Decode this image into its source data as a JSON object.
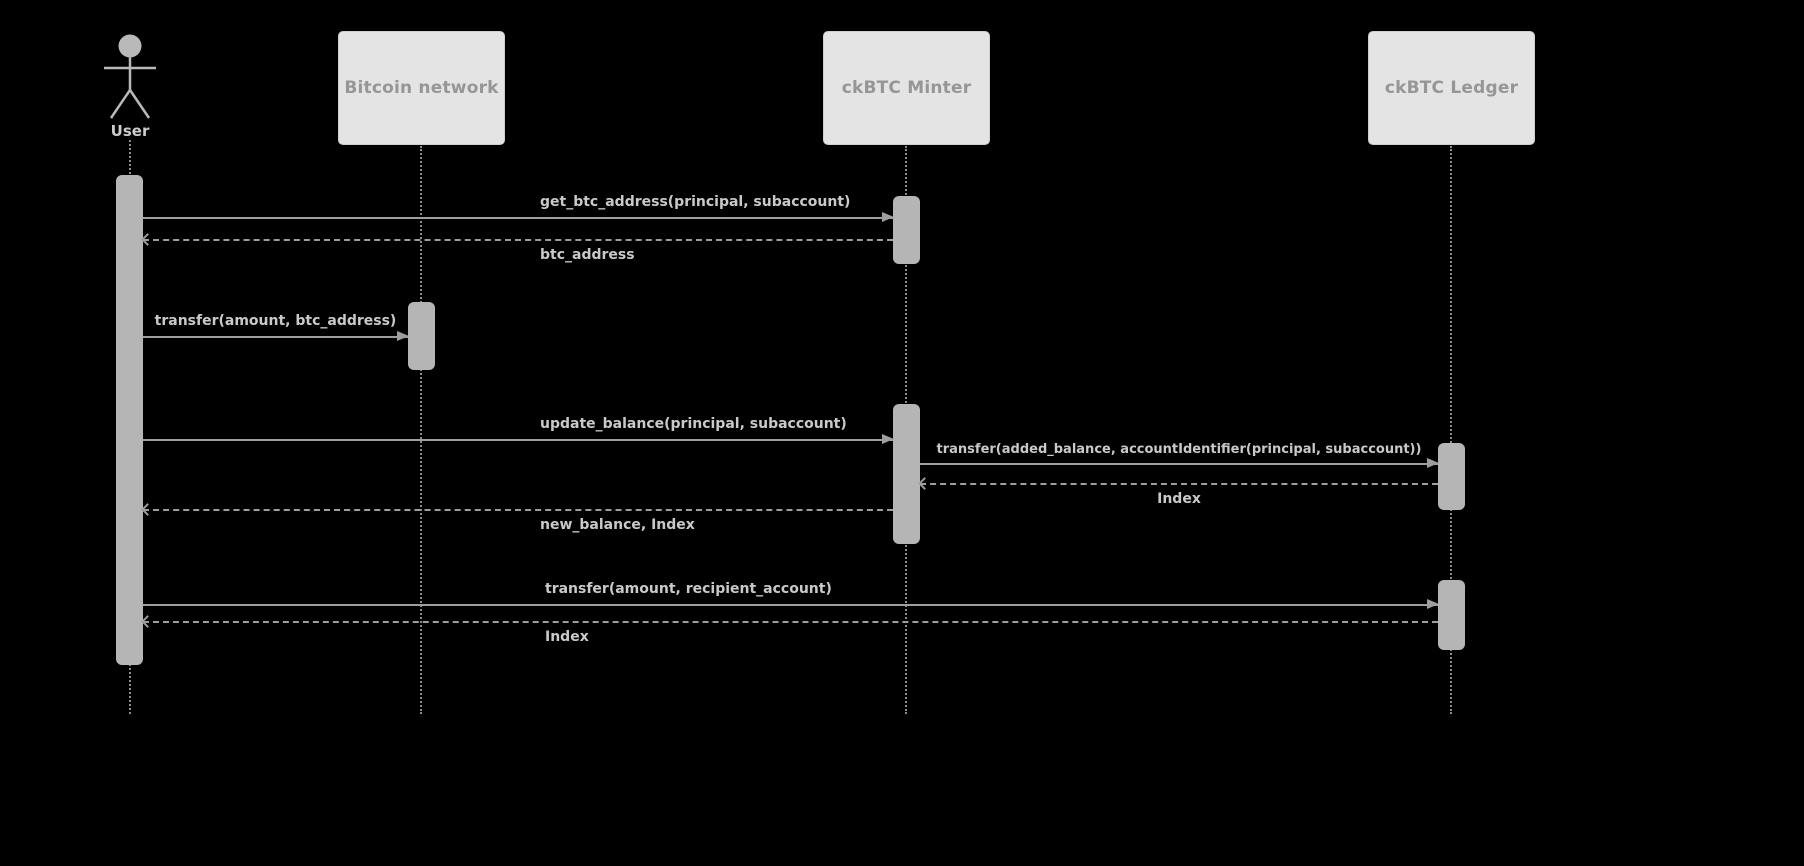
{
  "diagram": {
    "type": "uml-sequence-diagram",
    "background_color": "#000000",
    "colors": {
      "participant_fill": "#e4e4e4",
      "participant_text": "#969696",
      "lifeline": "#8c8c8c",
      "arrow": "#9e9e9e",
      "message_text": "#c9c9c9",
      "activation_fill": "#b5b5b5"
    }
  },
  "participants": [
    {
      "id": "user",
      "label": "User",
      "kind": "actor"
    },
    {
      "id": "bitcoin-network",
      "label": "Bitcoin network",
      "kind": "participant"
    },
    {
      "id": "ckbtc-minter",
      "label": "ckBTC Minter",
      "kind": "participant"
    },
    {
      "id": "ckbtc-ledger",
      "label": "ckBTC Ledger",
      "kind": "participant"
    }
  ],
  "messages": [
    {
      "from": "user",
      "to": "ckbtc-minter",
      "label": "get_btc_address(principal, subaccount)",
      "style": "solid"
    },
    {
      "from": "ckbtc-minter",
      "to": "user",
      "label": "btc_address",
      "style": "dashed"
    },
    {
      "from": "user",
      "to": "bitcoin-network",
      "label": "transfer(amount, btc_address)",
      "style": "solid"
    },
    {
      "from": "user",
      "to": "ckbtc-minter",
      "label": "update_balance(principal, subaccount)",
      "style": "solid"
    },
    {
      "from": "ckbtc-minter",
      "to": "ckbtc-ledger",
      "label": "transfer(added_balance, accountIdentifier(principal, subaccount))",
      "style": "solid"
    },
    {
      "from": "ckbtc-ledger",
      "to": "ckbtc-minter",
      "label": "Index",
      "style": "dashed"
    },
    {
      "from": "ckbtc-minter",
      "to": "user",
      "label": "new_balance, Index",
      "style": "dashed"
    },
    {
      "from": "user",
      "to": "ckbtc-ledger",
      "label": "transfer(amount, recipient_account)",
      "style": "solid"
    },
    {
      "from": "ckbtc-ledger",
      "to": "user",
      "label": "Index",
      "style": "dashed"
    }
  ]
}
